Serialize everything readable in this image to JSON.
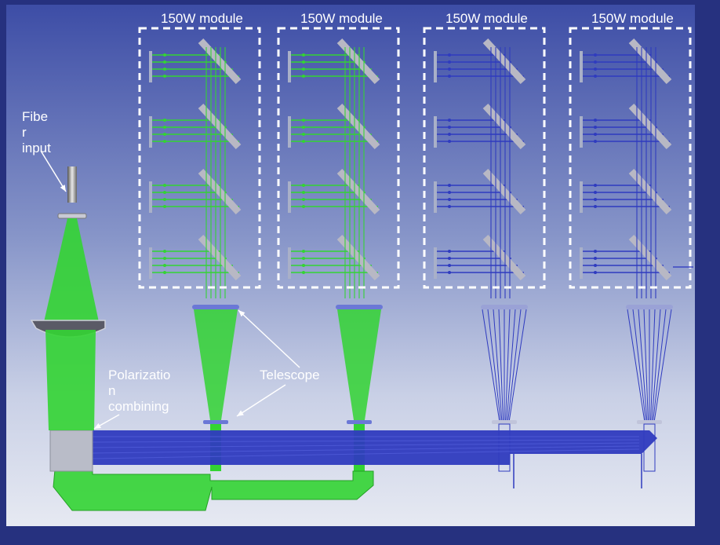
{
  "modules": [
    {
      "title": "150W module",
      "beam_color": "#33d433"
    },
    {
      "title": "150W module",
      "beam_color": "#33d433"
    },
    {
      "title": "150W module",
      "beam_color": "#2f3bbf"
    },
    {
      "title": "150W module",
      "beam_color": "#2f3bbf"
    }
  ],
  "labels": {
    "fiber_input": "Fibe\nr\ninput",
    "telescope": "Telescope",
    "polarization": "Polarizatio\nn\ncombining"
  },
  "colors": {
    "background": "#26317f",
    "green_beam": "#33d433",
    "blue_beam": "#2f3bbf",
    "mirror": "#b8b8c4",
    "module_border": "#ffffff"
  }
}
